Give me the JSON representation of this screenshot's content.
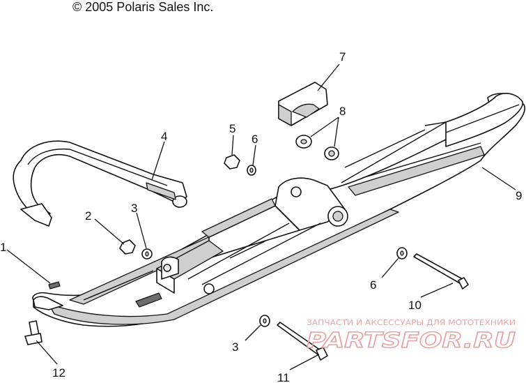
{
  "copyright": "© 2005 Polaris Sales Inc.",
  "callouts": {
    "c1": "1",
    "c2": "2",
    "c3a": "3",
    "c3b": "3",
    "c4": "4",
    "c5": "5",
    "c6a": "6",
    "c6b": "6",
    "c7": "7",
    "c8": "8",
    "c9": "9",
    "c10": "10",
    "c11": "11",
    "c12": "12"
  },
  "watermark": {
    "tagline": "ЗАПЧАСТИ И АКСЕССУАРЫ ДЛЯ МОТОТЕХНИКИ",
    "brand": "PARTSFOR.RU"
  }
}
